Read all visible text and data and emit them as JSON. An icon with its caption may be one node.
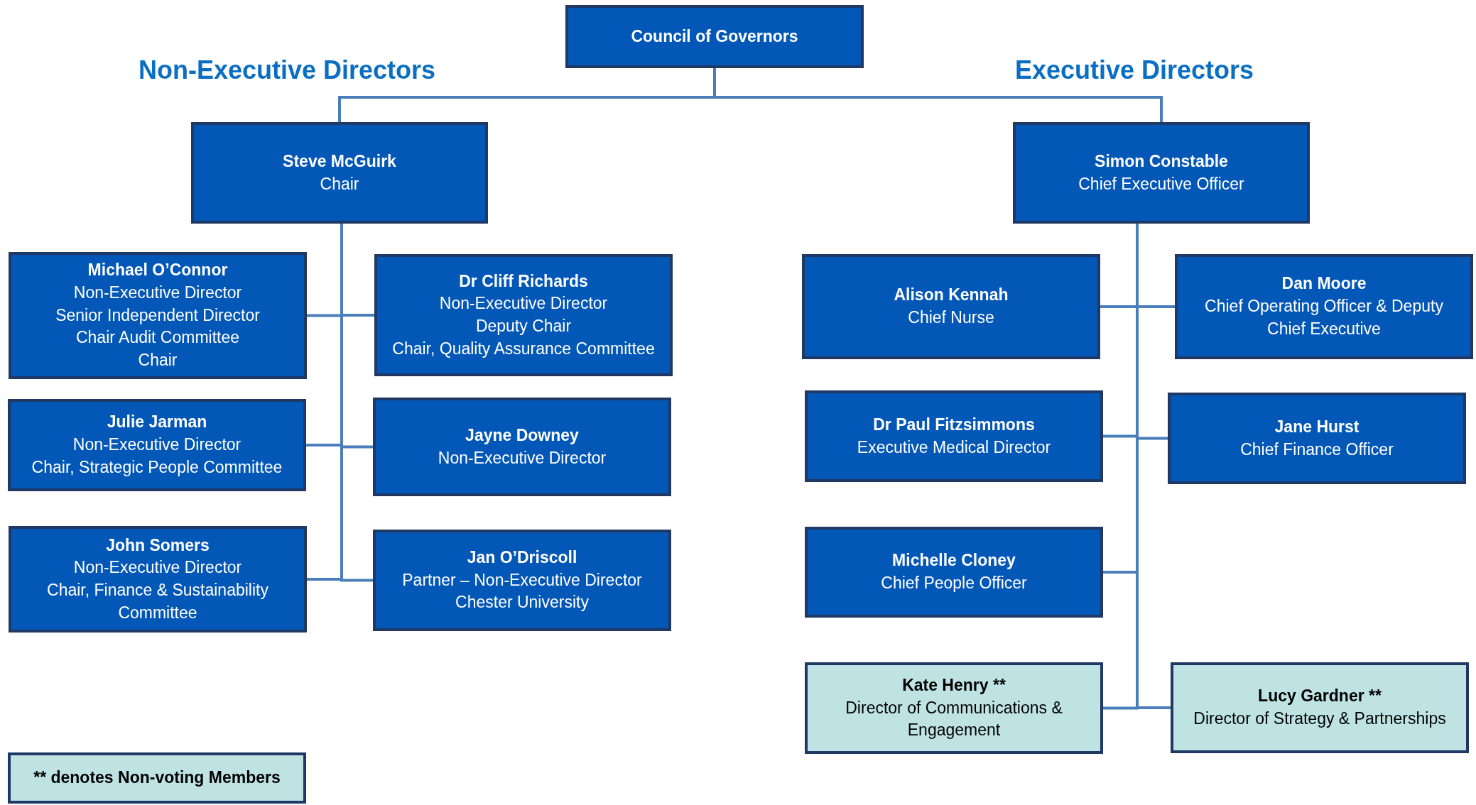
{
  "diagram": {
    "nodes": [
      {
        "text": [
          "Council of Governors"
        ]
      },
      {
        "text": [
          "Steve McGuirk",
          "Chair"
        ]
      },
      {
        "text": [
          "Simon Constable",
          "Chief Executive Officer"
        ]
      },
      {
        "text": [
          "Michael O’Connor",
          "Non-Executive Director",
          "Senior Independent Director",
          "Chair Audit Committee",
          "Chair"
        ]
      },
      {
        "text": [
          "Dr Cliff Richards",
          "Non-Executive Director",
          "Deputy Chair",
          "Chair, Quality Assurance Committee"
        ]
      },
      {
        "text": [
          "Julie Jarman",
          "Non-Executive Director",
          "Chair, Strategic People Committee"
        ]
      },
      {
        "text": [
          "Jayne Downey",
          "Non-Executive Director"
        ]
      },
      {
        "text": [
          "John Somers",
          "Non-Executive Director",
          "Chair, Finance & Sustainability Committee"
        ]
      },
      {
        "text": [
          "Jan O’Driscoll",
          "Partner – Non-Executive Director",
          "Chester University"
        ]
      },
      {
        "text": [
          "Alison Kennah",
          "Chief Nurse"
        ]
      },
      {
        "text": [
          "Dan Moore",
          "Chief Operating Officer & Deputy Chief Executive"
        ]
      },
      {
        "text": [
          "Dr Paul Fitzsimmons",
          "Executive Medical Director"
        ]
      },
      {
        "text": [
          "Jane Hurst",
          "Chief Finance Officer"
        ]
      },
      {
        "text": [
          "Michelle Cloney",
          "Chief People Officer"
        ]
      },
      {
        "text": [
          "Kate Henry **",
          "Director of Communications & Engagement"
        ]
      },
      {
        "text": [
          "Lucy Gardner **",
          "Director of Strategy & Partnerships"
        ]
      },
      {
        "text": [
          "** denotes Non-voting Members"
        ]
      }
    ],
    "edges": [
      {
        "from": 0,
        "to": 1,
        "arrow": "none"
      },
      {
        "from": 0,
        "to": 2,
        "arrow": "none"
      },
      {
        "from": 1,
        "to": 3,
        "arrow": "none"
      },
      {
        "from": 1,
        "to": 4,
        "arrow": "none"
      },
      {
        "from": 1,
        "to": 5,
        "arrow": "none"
      },
      {
        "from": 1,
        "to": 6,
        "arrow": "none"
      },
      {
        "from": 1,
        "to": 7,
        "arrow": "none"
      },
      {
        "from": 1,
        "to": 8,
        "arrow": "none"
      },
      {
        "from": 2,
        "to": 9,
        "arrow": "none"
      },
      {
        "from": 2,
        "to": 10,
        "arrow": "none"
      },
      {
        "from": 2,
        "to": 11,
        "arrow": "none"
      },
      {
        "from": 2,
        "to": 12,
        "arrow": "none"
      },
      {
        "from": 2,
        "to": 13,
        "arrow": "none"
      },
      {
        "from": 2,
        "to": 14,
        "arrow": "none"
      },
      {
        "from": 2,
        "to": 15,
        "arrow": "none"
      }
    ],
    "labels": [
      "Non-Executive Directors",
      "Executive Directors"
    ]
  }
}
